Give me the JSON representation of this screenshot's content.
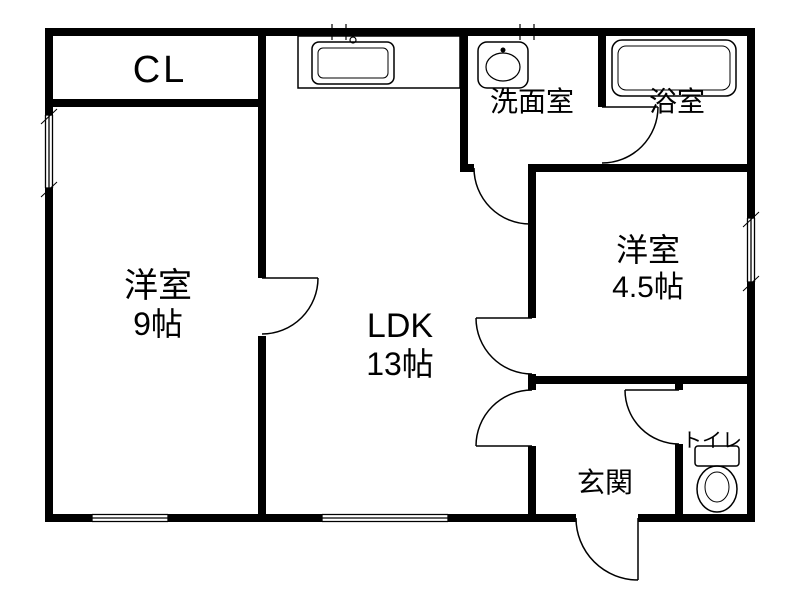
{
  "floorplan": {
    "closet": {
      "label": "CL"
    },
    "bedroom_9": {
      "name": "洋室",
      "size": "9帖"
    },
    "ldk": {
      "name": "LDK",
      "size": "13帖"
    },
    "washroom": {
      "label": "洗面室"
    },
    "bathroom": {
      "label": "浴室"
    },
    "bedroom_45": {
      "name": "洋室",
      "size": "4.5帖"
    },
    "entrance": {
      "label": "玄関"
    },
    "toilet": {
      "label": "トイレ"
    },
    "colors": {
      "wall": "#000000",
      "floor": "#ffffff",
      "line": "#000000"
    }
  }
}
